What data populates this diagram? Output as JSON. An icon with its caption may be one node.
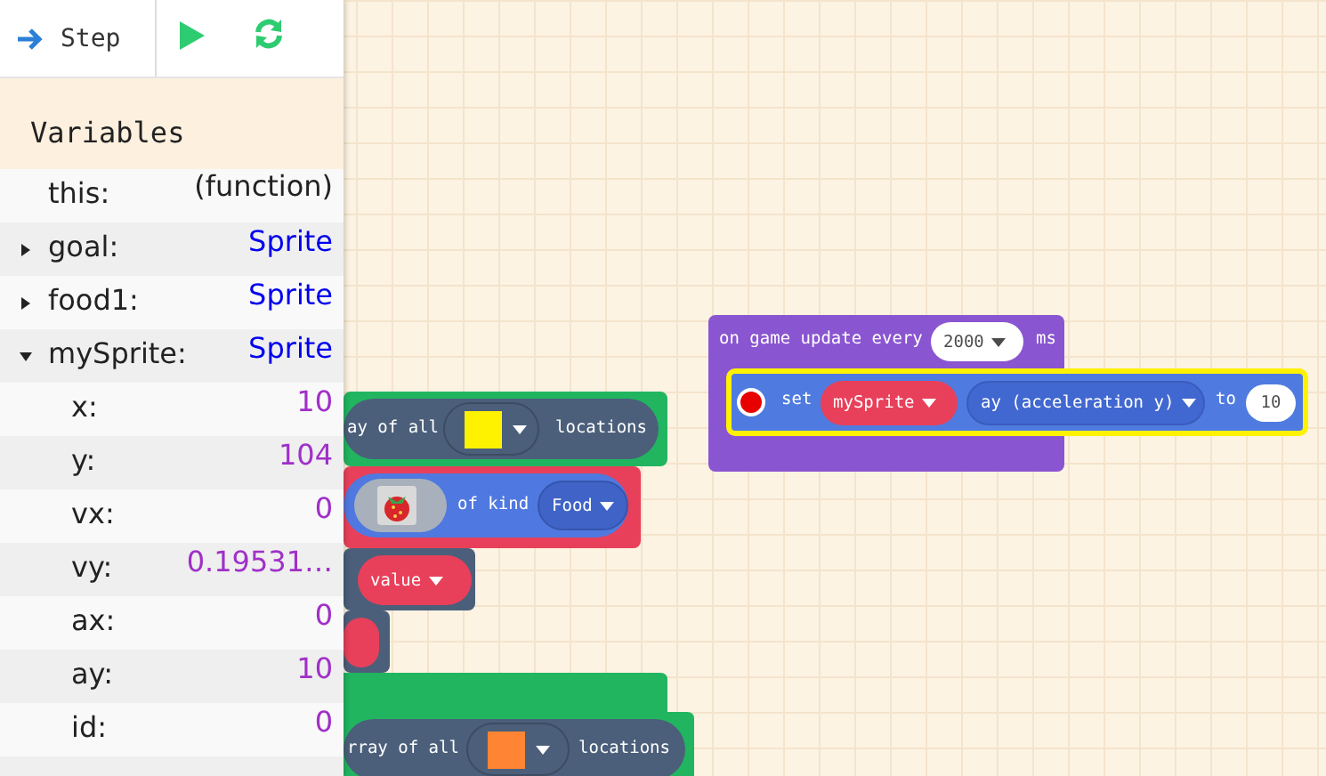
{
  "diagram": {
    "labels": [
      "Step",
      "Variables",
      "this:",
      "(function)",
      "goal:",
      "Sprite",
      "food1:",
      "Sprite",
      "mySprite:",
      "Sprite",
      "x:",
      "10",
      "y:",
      "104",
      "vx:",
      "0",
      "vy:",
      "0.19531…",
      "ax:",
      "0",
      "ay:",
      "10",
      "id:",
      "0",
      "ay of all",
      "locations",
      "of kind",
      "Food",
      "value",
      "on game update every",
      "2000",
      "ms",
      "set",
      "mySprite",
      "ay (acceleration y)",
      "to",
      "10",
      "rray of all",
      "locations"
    ]
  }
}
